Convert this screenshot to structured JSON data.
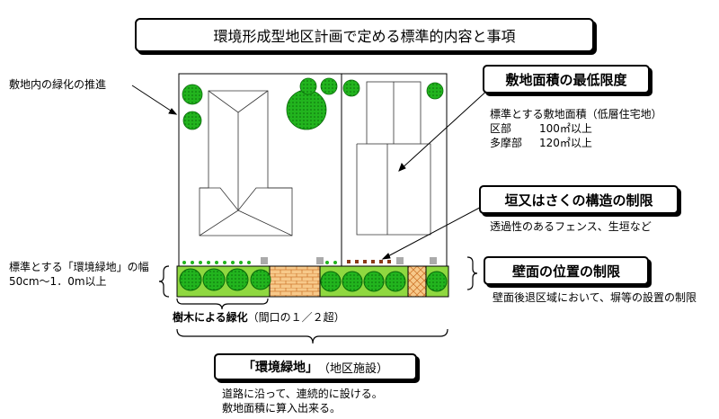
{
  "title": "環境形成型地区計画で定める標準的内容と事項",
  "labels": {
    "greening_promotion": "敷地内の緑化の推進",
    "min_site_area": {
      "heading": "敷地面積の最低限度",
      "line1": "標準とする敷地面積（低層住宅地）",
      "ward": "区部",
      "ward_value": "100㎡以上",
      "tama": "多摩部",
      "tama_value": "120㎡以上"
    },
    "fence": {
      "heading": "垣又はさくの構造の制限",
      "desc": "透過性のあるフェンス、生垣など"
    },
    "wall_position": {
      "heading": "壁面の位置の制限",
      "desc": "壁面後退区域において、塀等の設置の制限"
    },
    "green_width": {
      "line1": "標準とする「環境緑地」の幅",
      "line2": "50cm～1．0m以上"
    },
    "tree_greening": {
      "bold": "樹木による緑化",
      "normal": "（間口の１／２超）"
    },
    "env_green": {
      "heading": "「環境緑地」",
      "sub": "（地区施設）",
      "line1": "道路に沿って、連続的に設ける。",
      "line2": "敷地面積に算入出来る。"
    }
  },
  "colors": {
    "tree_green": "#22b41e",
    "hedge_green": "#8fd840",
    "brick": "#f7c98a",
    "fence_brown": "#8b3a1a",
    "border": "#000000"
  }
}
